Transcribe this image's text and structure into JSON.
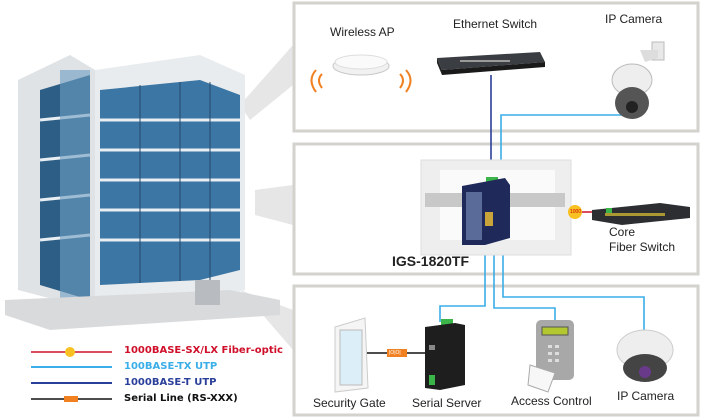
{
  "top_panel": {
    "wireless_ap": "Wireless AP",
    "ethernet_switch": "Ethernet Switch",
    "ip_camera": "IP Camera"
  },
  "middle_panel": {
    "device": "IGS-1820TF",
    "core_line1": "Core",
    "core_line2": "Fiber Switch",
    "fiber_badge": "1000"
  },
  "bottom_panel": {
    "security_gate": "Security Gate",
    "serial_server": "Serial Server",
    "access_control": "Access Control",
    "ip_camera": "IP Camera",
    "serial_badge": "|O|O|"
  },
  "legend": [
    {
      "label": "1000BASE-SX/LX Fiber-optic",
      "color": "#d0102a"
    },
    {
      "label": "100BASE-TX UTP",
      "color": "#3aaee8"
    },
    {
      "label": "1000BASE-T UTP",
      "color": "#2a3f9a"
    },
    {
      "label": "Serial Line (RS-XXX)",
      "color": "#111111"
    }
  ]
}
